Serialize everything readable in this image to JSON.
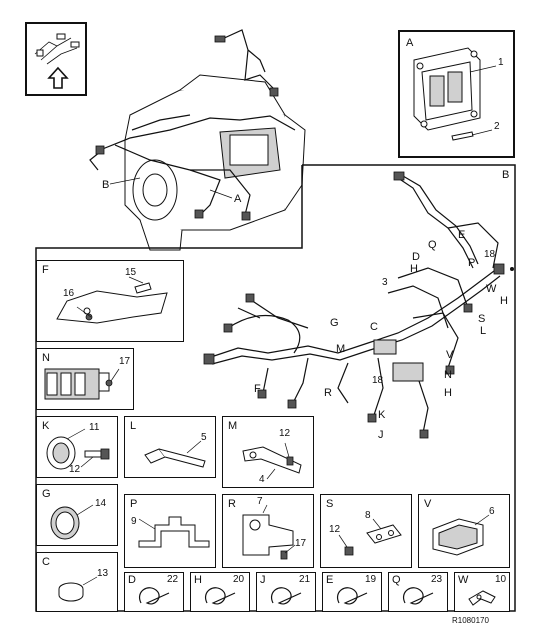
{
  "figure_ref": "R1080170",
  "engine_view": {
    "label_b": "B",
    "label_a": "A"
  },
  "panel_a": {
    "letter": "A",
    "callouts": [
      "1",
      "2"
    ]
  },
  "panel_b": {
    "letter": "B",
    "labels": [
      "Q",
      "E",
      "18",
      "D",
      "H",
      "P",
      "W",
      "H",
      "3",
      "S",
      "L",
      "G",
      "C",
      "M",
      "V",
      "N",
      "F",
      "R",
      "18",
      "H",
      "K",
      "J"
    ]
  },
  "panel_f": {
    "letter": "F",
    "callouts": [
      "15",
      "16"
    ]
  },
  "panel_n": {
    "letter": "N",
    "callouts": [
      "17"
    ]
  },
  "panel_k": {
    "letter": "K",
    "callouts": [
      "11",
      "12"
    ]
  },
  "panel_l": {
    "letter": "L",
    "callouts": [
      "5"
    ]
  },
  "panel_m": {
    "letter": "M",
    "callouts": [
      "12",
      "4"
    ]
  },
  "panel_g": {
    "letter": "G",
    "callouts": [
      "14"
    ]
  },
  "panel_p": {
    "letter": "P",
    "callouts": [
      "9"
    ]
  },
  "panel_r": {
    "letter": "R",
    "callouts": [
      "7",
      "17"
    ]
  },
  "panel_s": {
    "letter": "S",
    "callouts": [
      "8",
      "12"
    ]
  },
  "panel_v": {
    "letter": "V",
    "callouts": [
      "6"
    ]
  },
  "panel_c": {
    "letter": "C",
    "callouts": [
      "13"
    ]
  },
  "clips": [
    {
      "letter": "D",
      "number": "22"
    },
    {
      "letter": "H",
      "number": "20"
    },
    {
      "letter": "J",
      "number": "21"
    },
    {
      "letter": "E",
      "number": "19"
    },
    {
      "letter": "Q",
      "number": "23"
    },
    {
      "letter": "W",
      "number": "10"
    }
  ],
  "nav_icon": "up-arrow-icon"
}
